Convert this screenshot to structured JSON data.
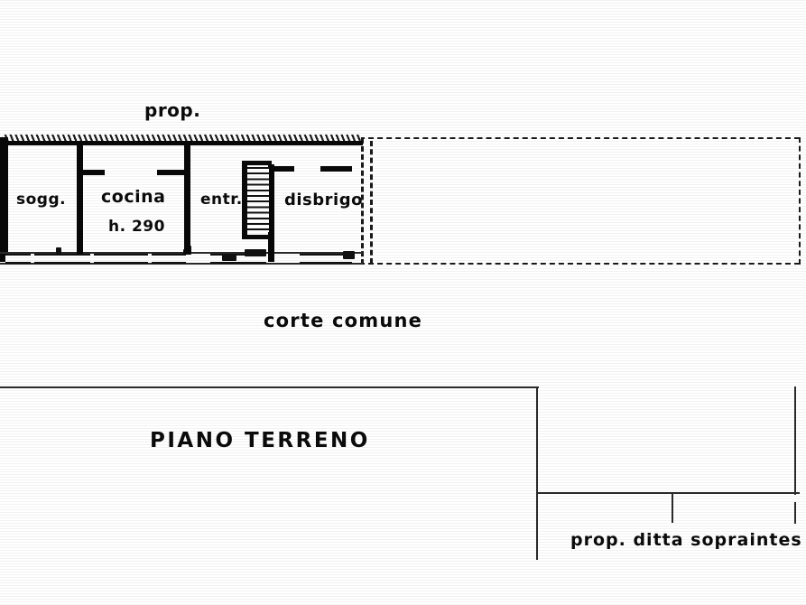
{
  "document": {
    "kind": "architectural-floor-plan",
    "title": "PIANO  TERRENO",
    "language": "it"
  },
  "colors": {
    "ink": "#080808",
    "thin_line": "#2b2b2b",
    "paper": "#ffffff"
  },
  "annotations": {
    "top_property": "prop.",
    "courtyard": "corte comune",
    "floor_title": "PIANO  TERRENO",
    "bottom_property": "prop. ditta sopraintes"
  },
  "rooms": [
    {
      "id": "soggiorno",
      "label": "sogg.",
      "sub": ""
    },
    {
      "id": "cocina",
      "label": "cocina",
      "sub": "h. 290"
    },
    {
      "id": "entrata",
      "label": "entr.",
      "sub": ""
    },
    {
      "id": "disbrigo",
      "label": "disbrigo",
      "sub": ""
    }
  ],
  "measures": {
    "ceiling_height_kitchen": "h. 290"
  },
  "features": {
    "staircase": "staircase",
    "hatched_wall": "masonry-hatch",
    "dashed_boundary": "property-line"
  }
}
